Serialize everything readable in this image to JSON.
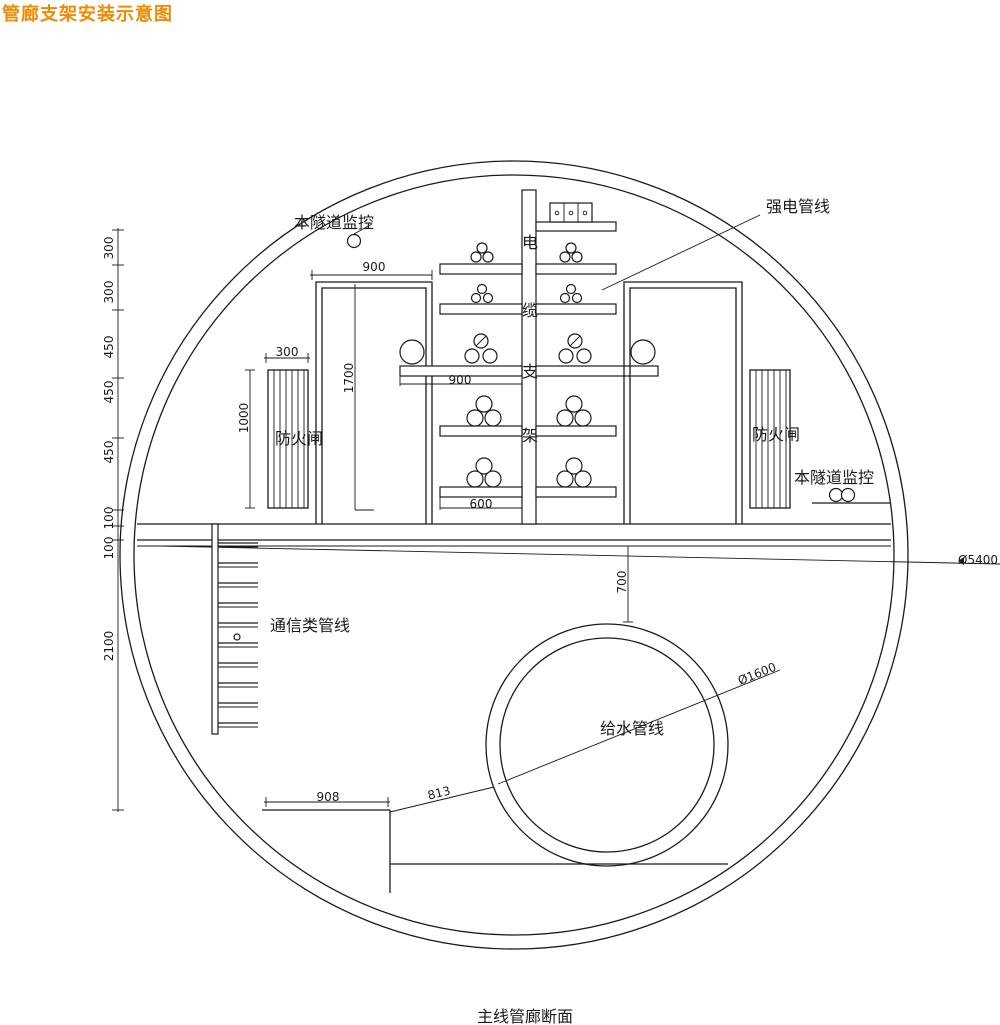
{
  "title": "管廊支架安装示意图",
  "colors": {
    "title": "#f08a00",
    "line": "#1a1a1a",
    "background": "#ffffff"
  },
  "labels": {
    "monitor_left": "本隧道监控",
    "monitor_right": "本隧道监控",
    "strong_power": "强电管线",
    "fire_left": "防火闸",
    "fire_right": "防火闸",
    "cable_rack": [
      "电",
      "缆",
      "支",
      "架"
    ],
    "comm": "通信类管线",
    "water": "给水管线",
    "caption": "主线管廊断面"
  },
  "dimensions": {
    "tunnel_diameter": "Ø5400",
    "pipe_diameter": "Ø1600",
    "left_scale": [
      "300",
      "300",
      "450",
      "450",
      "450",
      "100",
      "100",
      "2100"
    ],
    "frame_width": "900",
    "frame_height": "1700",
    "door_width": "300",
    "door_height": "1000",
    "shelf_width": "900",
    "rack_width": "600",
    "pipe_gap": "700",
    "bottom_width": "908",
    "slope_length": "813"
  }
}
